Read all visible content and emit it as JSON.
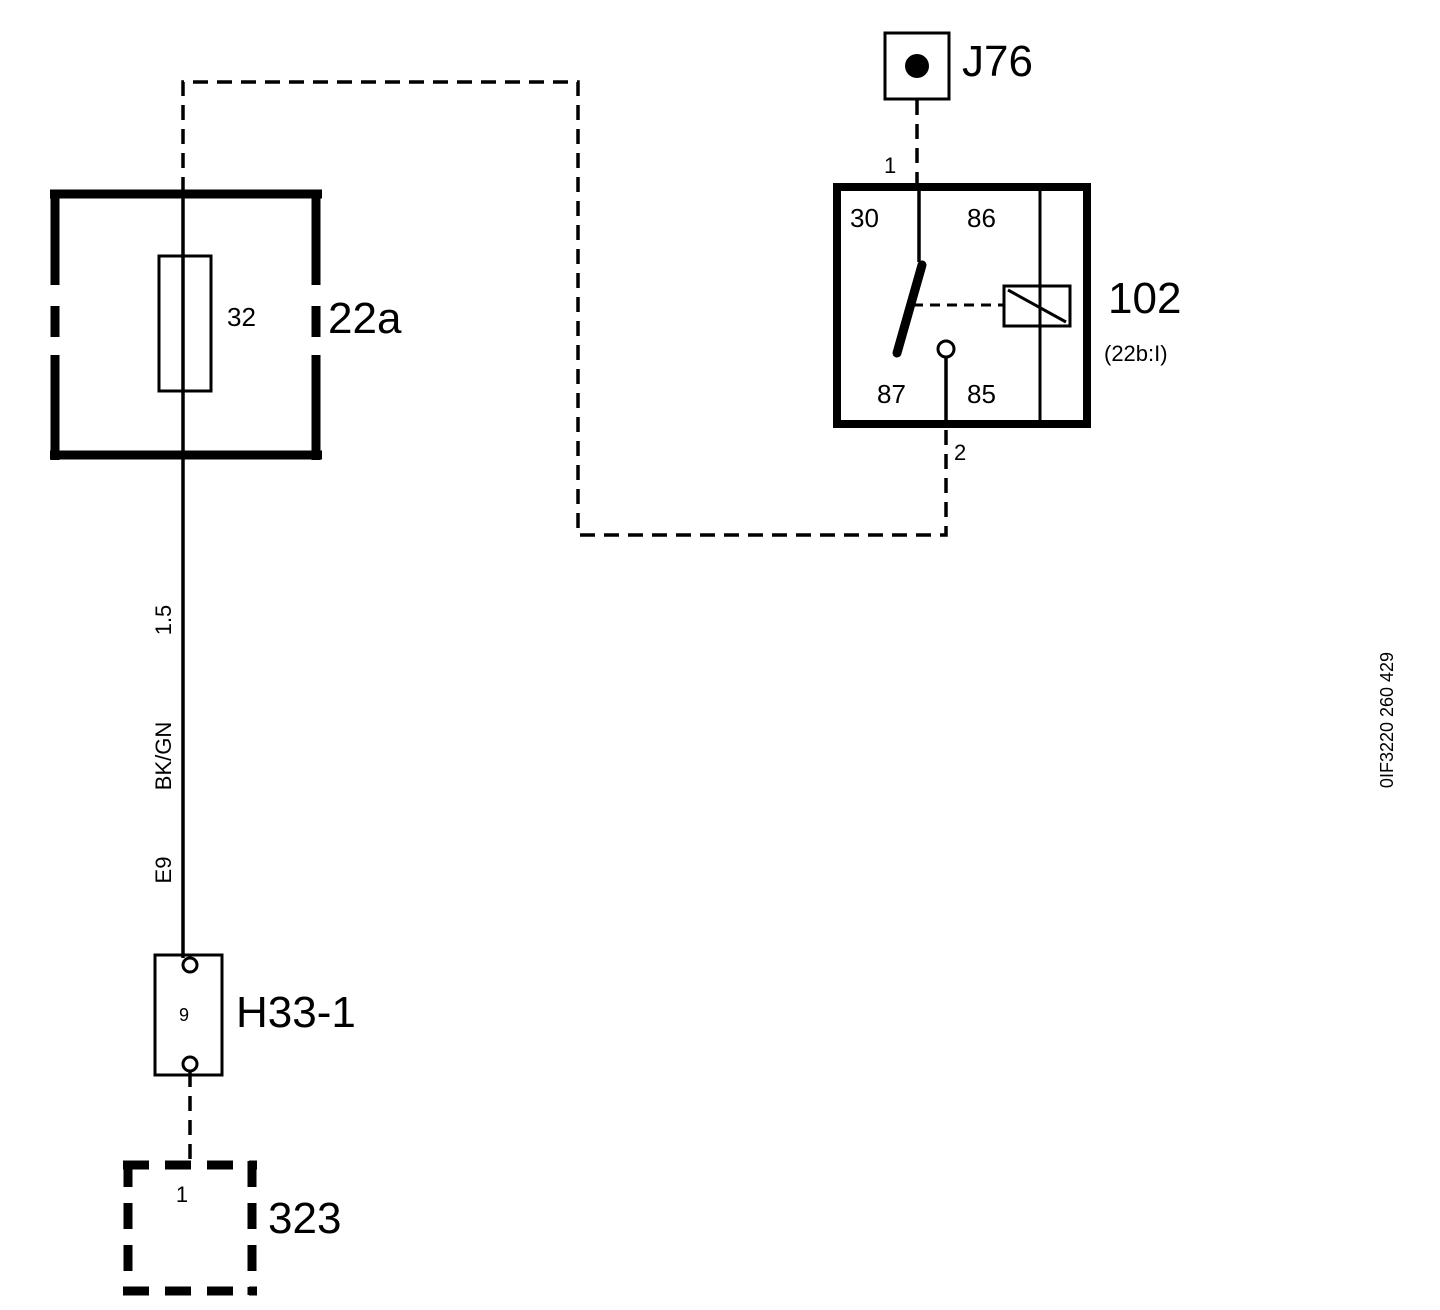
{
  "components": {
    "fuse_box": {
      "label": "22a",
      "fuse_number": "32"
    },
    "relay": {
      "label": "102",
      "sublabel": "(22b:I)",
      "pin_30": "30",
      "pin_86": "86",
      "pin_87": "87",
      "pin_85": "85"
    },
    "connector_j76": {
      "label": "J76"
    },
    "connector_h33": {
      "label": "H33-1",
      "pin": "9"
    },
    "component_323": {
      "label": "323",
      "pin": "1"
    }
  },
  "wires": {
    "relay_pin1": "1",
    "relay_pin2": "2",
    "main_wire": {
      "size": "1.5",
      "color": "BK/GN",
      "code": "E9"
    }
  },
  "reference_code": "0IF3220 260 429"
}
